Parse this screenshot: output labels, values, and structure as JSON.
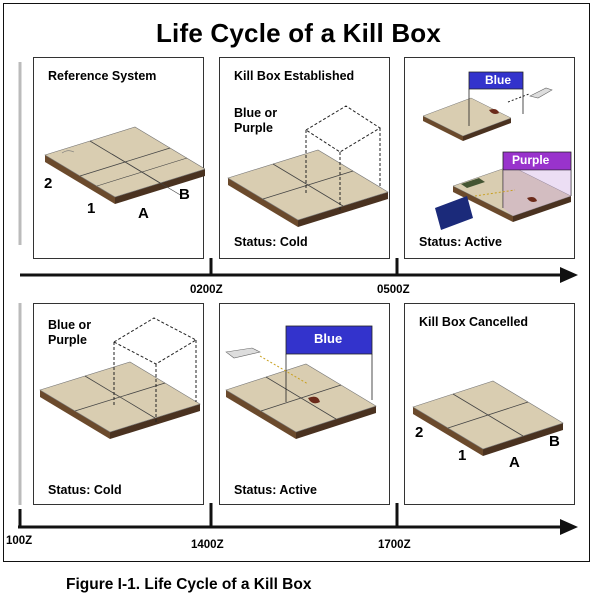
{
  "title": "Life Cycle of a Kill Box",
  "caption": "Figure I-1. Life Cycle of a Kill Box",
  "colors": {
    "slab_top": "#d9cdb1",
    "slab_side": "#6b4a2c",
    "blue_box": "#3333cc",
    "purple_box": "#9933cc"
  },
  "timeline_top": {
    "ticks": [
      "0200Z",
      "0500Z"
    ]
  },
  "timeline_bottom": {
    "ticks": [
      "100Z",
      "1400Z",
      "1700Z"
    ]
  },
  "panels": [
    {
      "heading": "Reference System",
      "grid_labels": {
        "row": "2",
        "col1": "1",
        "colA": "A",
        "colB": "B"
      }
    },
    {
      "heading": "Kill Box Established",
      "label": "Blue or Purple",
      "status": "Status: Cold"
    },
    {
      "box_labels": [
        "Blue",
        "Purple"
      ],
      "status": "Status: Active"
    },
    {
      "label": "Blue or Purple",
      "status": "Status: Cold"
    },
    {
      "box_label": "Blue",
      "status": "Status: Active"
    },
    {
      "heading": "Kill Box Cancelled",
      "grid_labels": {
        "row": "2",
        "col1": "1",
        "colA": "A",
        "colB": "B"
      }
    }
  ]
}
